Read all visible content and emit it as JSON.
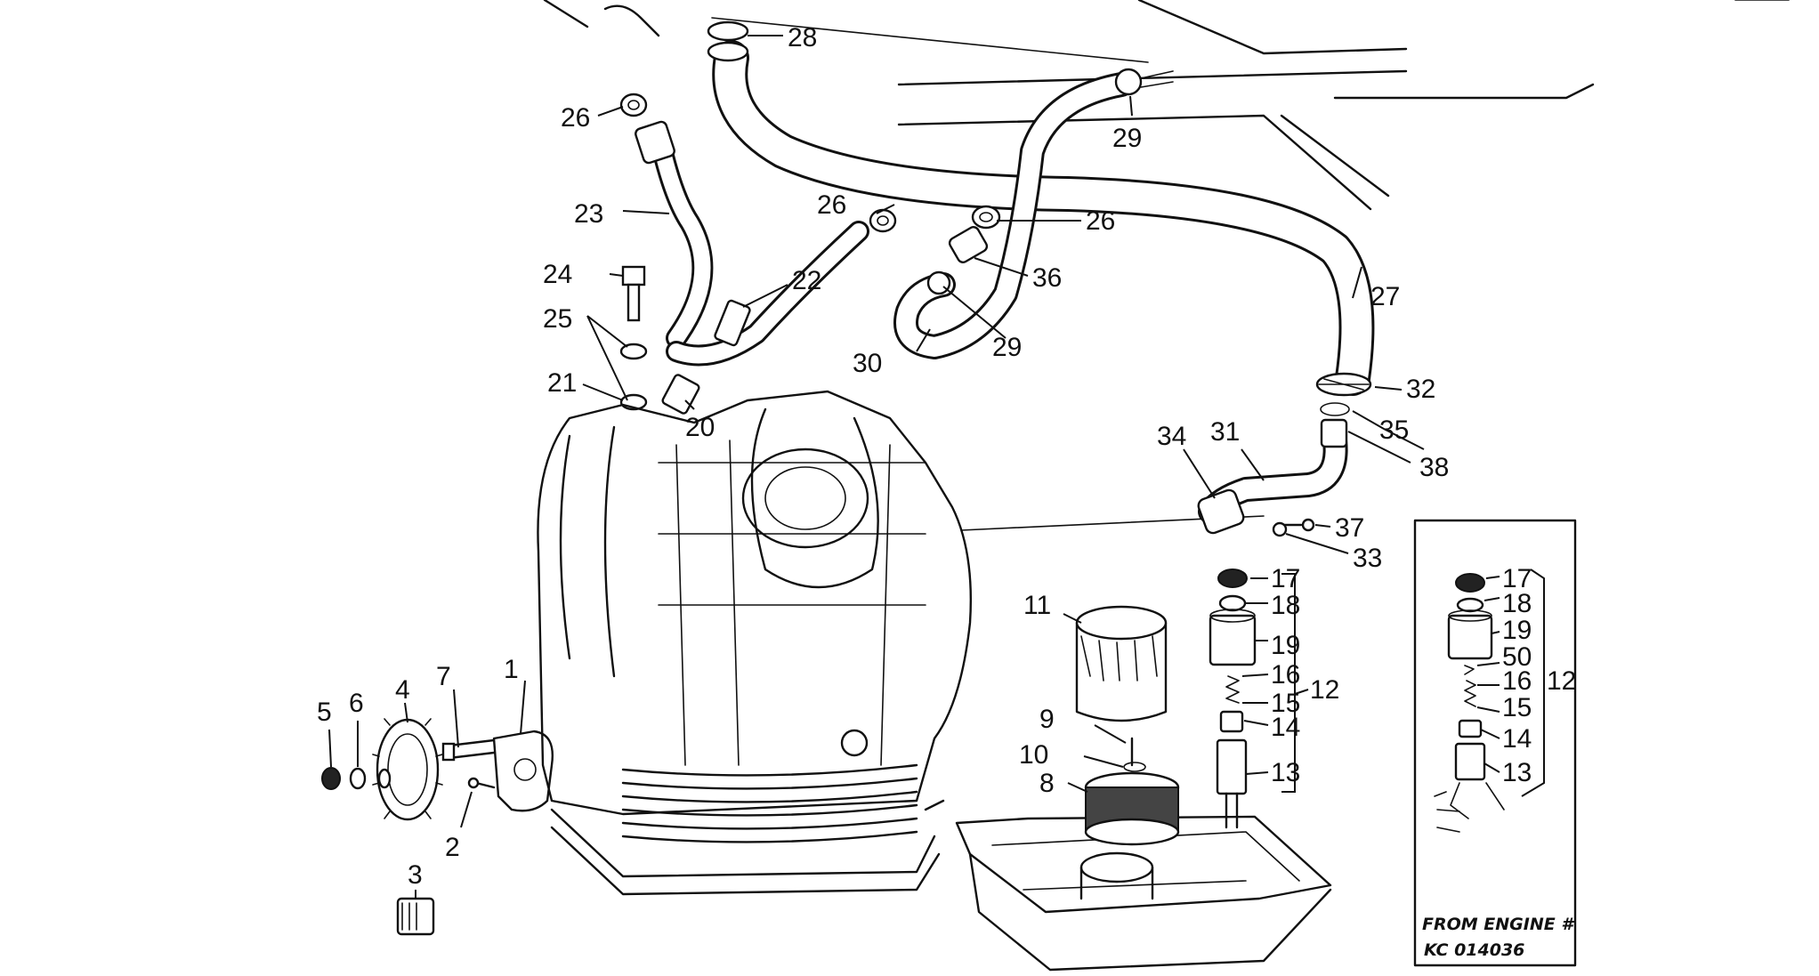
{
  "callouts": {
    "c1": "1",
    "c2": "2",
    "c3": "3",
    "c4": "4",
    "c5": "5",
    "c6": "6",
    "c7": "7",
    "c8": "8",
    "c9": "9",
    "c10": "10",
    "c11": "11",
    "c12": "12",
    "c13": "13",
    "c14": "14",
    "c15": "15",
    "c16": "16",
    "c17": "17",
    "c18": "18",
    "c19": "19",
    "c20": "20",
    "c21": "21",
    "c22": "22",
    "c23": "23",
    "c24": "24",
    "c25": "25",
    "c26": "26",
    "c27": "27",
    "c28": "28",
    "c29": "29",
    "c30": "30",
    "c31": "31",
    "c32": "32",
    "c33": "33",
    "c34": "34",
    "c35": "35",
    "c36": "36",
    "c37": "37",
    "c38": "38",
    "c50": "50"
  },
  "inset": {
    "caption_line1": "FROM ENGINE #",
    "caption_line2": "KC 014036"
  }
}
